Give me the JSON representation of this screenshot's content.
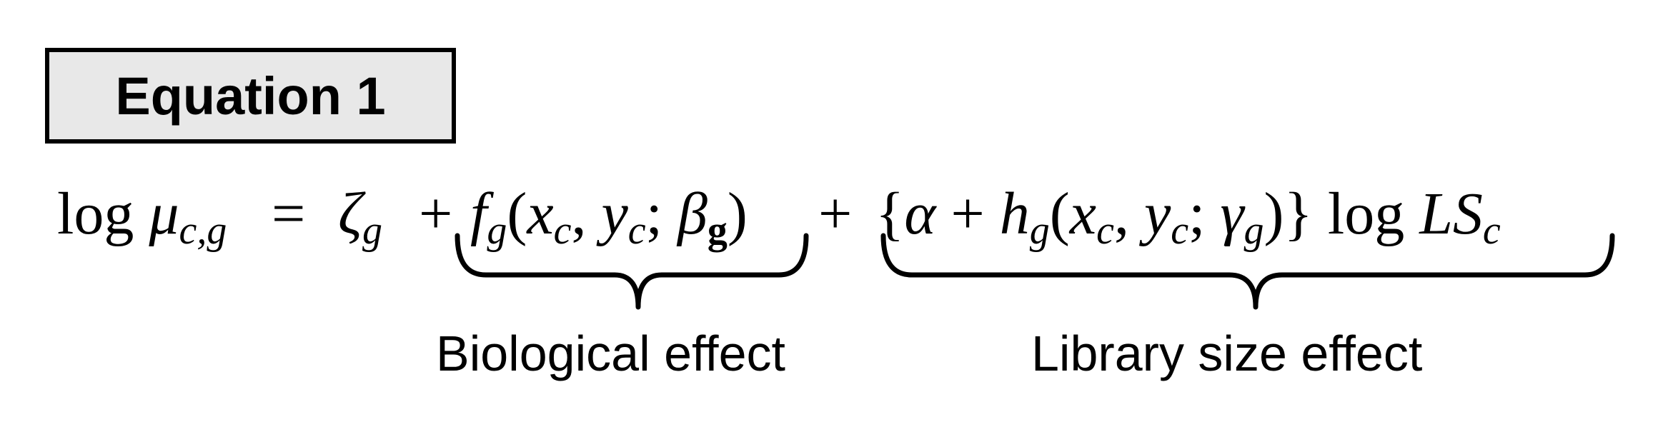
{
  "title": "Equation 1",
  "equation": {
    "lhs": {
      "log": "log",
      "mu": "μ",
      "mu_sub": "c,g"
    },
    "equals": "=",
    "zeta": "ζ",
    "zeta_sub": "g",
    "plus1": "+",
    "bio_term": {
      "f": "f",
      "f_sub": "g",
      "open": "(",
      "x": "x",
      "x_sub": "c",
      "comma": ", ",
      "y": "y",
      "y_sub": "c",
      "semicolon": "; ",
      "beta": "β",
      "beta_sub": "g",
      "close": ")"
    },
    "plus2": "+",
    "lib_term": {
      "open_brace": "{",
      "alpha": "α",
      "plus": " + ",
      "h": "h",
      "h_sub": "g",
      "open": "(",
      "x": "x",
      "x_sub": "c",
      "comma": ", ",
      "y": "y",
      "y_sub": "c",
      "semicolon": "; ",
      "gamma": "γ",
      "gamma_sub": "g",
      "close": ")",
      "close_brace": "}",
      "log": "log",
      "LS": "LS",
      "LS_sub": "c"
    }
  },
  "labels": {
    "biological": "Biological effect",
    "library": "Library size effect"
  }
}
